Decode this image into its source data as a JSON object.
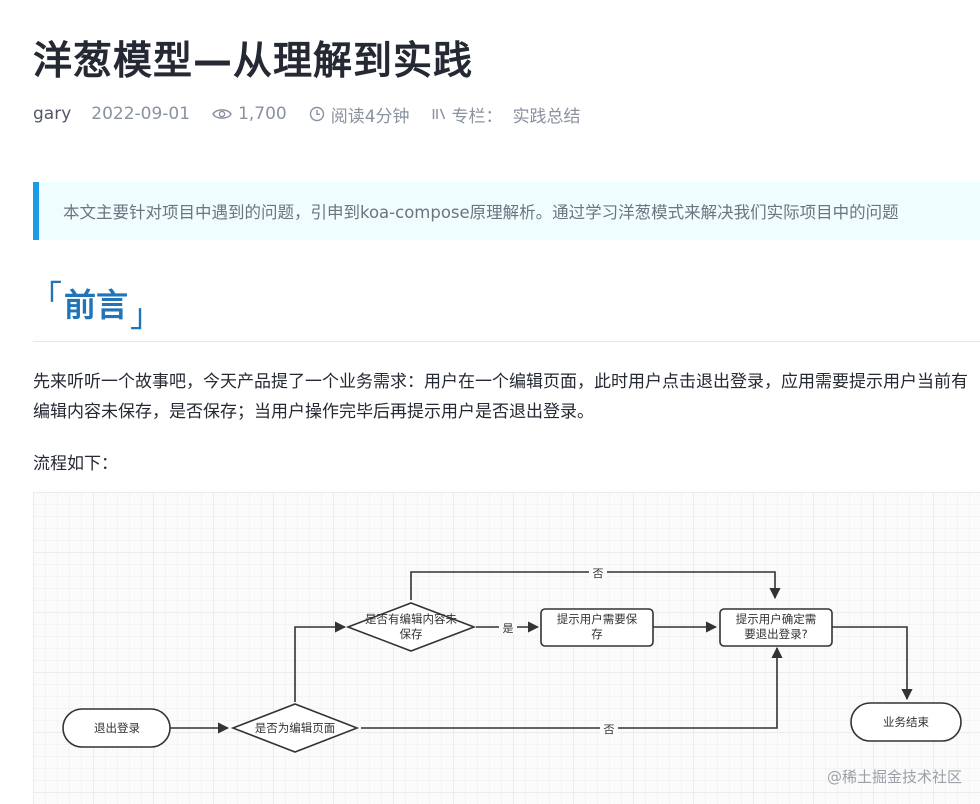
{
  "article": {
    "title": "洋葱模型—从理解到实践",
    "author": "gary",
    "date": "2022-09-01",
    "views": "1,700",
    "read_time": "阅读4分钟",
    "column_label": "专栏：",
    "column_name": "实践总结",
    "summary": "本文主要针对项目中遇到的问题，引申到koa-compose原理解析。通过学习洋葱模式来解决我们实际项目中的问题",
    "section_bracket_left": "「",
    "section_heading": "前言",
    "section_bracket_right": "」",
    "paragraph_1": "先来听听一个故事吧，今天产品提了一个业务需求：用户在一个编辑页面，此时用户点击退出登录，应用需要提示用户当前有编辑内容未保存，是否保存；当用户操作完毕后再提示用户是否退出登录。",
    "paragraph_2": "流程如下："
  },
  "icons": {
    "views": "eye-icon",
    "read_time": "clock-icon",
    "column": "column-icon"
  },
  "colors": {
    "quote_border": "#1e9be8",
    "quote_background": "#f0fdff",
    "heading_blue": "#2274b8"
  },
  "flowchart": {
    "nodes": {
      "logout": "退出登录",
      "is_edit_page": "是否为编辑页面",
      "has_unsaved": [
        "是否有编辑内容未",
        "保存"
      ],
      "prompt_save": [
        "提示用户需要保",
        "存"
      ],
      "confirm_logout": [
        "提示用户确定需",
        "要退出登录?"
      ],
      "end": "业务结束"
    },
    "edge_labels": {
      "no_top": "否",
      "yes": "是",
      "no_bottom": "否"
    }
  },
  "watermark": "@稀土掘金技术社区"
}
